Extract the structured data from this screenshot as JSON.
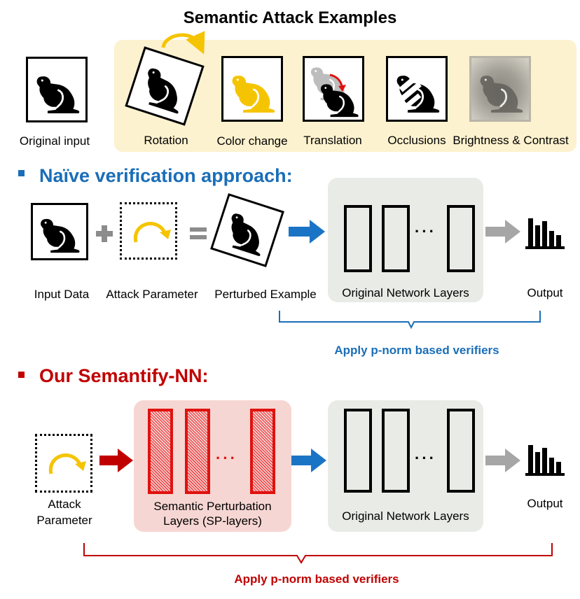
{
  "title": "Semantic Attack Examples",
  "examples": [
    {
      "label": "Original input"
    },
    {
      "label": "Rotation"
    },
    {
      "label": "Color change"
    },
    {
      "label": "Translation"
    },
    {
      "label": "Occlusions"
    },
    {
      "label": "Brightness & Contrast"
    }
  ],
  "naive": {
    "heading": "Naïve verification approach:",
    "input_label": "Input Data",
    "param_label": "Attack Parameter",
    "perturbed_label": "Perturbed Example",
    "network_label": "Original Network Layers",
    "output_label": "Output",
    "brace_label": "Apply p-norm based verifiers",
    "dots": "···"
  },
  "ours": {
    "heading": "Our Semantify-NN:",
    "param_label_1": "Attack",
    "param_label_2": "Parameter",
    "sp_label_1": "Semantic Perturbation",
    "sp_label_2": "Layers (SP-layers)",
    "network_label": "Original Network Layers",
    "output_label": "Output",
    "brace_label": "Apply p-norm based verifiers",
    "dots": "···"
  },
  "colors": {
    "blue": "#1a6eb8",
    "red": "#c00000",
    "yellow_panel": "#fdf2cf",
    "gray_panel": "#e8ebe6",
    "pink_panel": "#f6d6d3",
    "arrow_blue": "#1a74c6",
    "arrow_red": "#c00000",
    "arrow_gray": "#a6a6a6",
    "gold": "#f5c400"
  },
  "icons": [
    "frog-icon",
    "rotate-arrow-icon",
    "plus-icon",
    "equals-icon",
    "arrow-right-icon",
    "bar-chart-icon",
    "brace-icon"
  ]
}
